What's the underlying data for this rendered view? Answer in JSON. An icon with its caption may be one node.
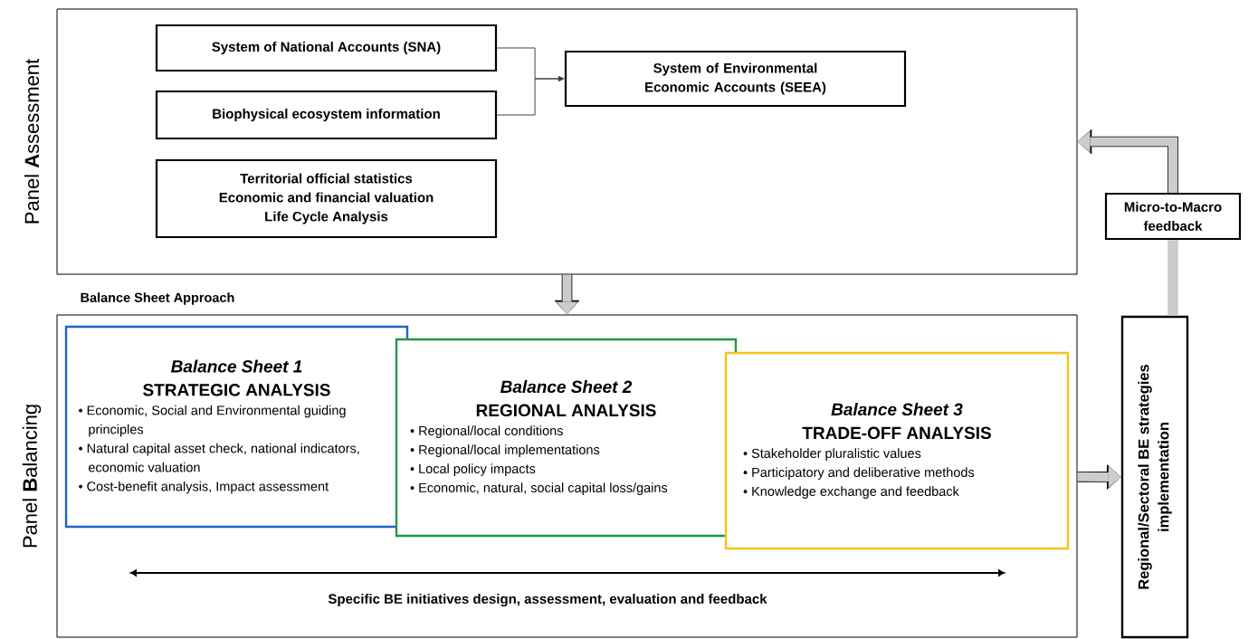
{
  "diagram": {
    "nodes": [
      {
        "text": [
          "Panel **A**ssessment"
        ]
      },
      {
        "text": [
          "System of National Accounts (SNA)"
        ],
        "in": 0
      },
      {
        "text": [
          "Biophysical ecosystem information"
        ],
        "in": 0
      },
      {
        "text": [
          "System of Environmental Economic Accounts (SEEA)"
        ],
        "in": 0
      },
      {
        "text": [
          "Territorial official statistics",
          "Economic and financial valuation",
          "Life Cycle Analysis"
        ],
        "in": 0
      },
      {
        "text": [
          "Panel **B**alancing"
        ],
        "beside": [
          "Balance Sheet Approach"
        ]
      },
      {
        "text": [
          "Balance Sheet 1",
          "STRATEGIC ANALYSIS",
          "• Economic, Social and Environmental guiding principles",
          "• Natural capital asset check, national indicators, economic valuation",
          "• Cost-benefit analysis, Impact assessment"
        ],
        "in": 5
      },
      {
        "text": [
          "Balance Sheet 2",
          "REGIONAL ANALYSIS",
          "• Regional/local conditions",
          "• Regional/local implementations",
          "• Local policy impacts",
          "• Economic, natural, social capital loss/gains"
        ],
        "in": 5
      },
      {
        "text": [
          "Balance Sheet 3",
          "TRADE-OFF ANALYSIS",
          "• Stakeholder pluralistic values",
          "• Participatory and deliberative methods",
          "• Knowledge exchange and feedback"
        ],
        "in": 5
      },
      {
        "text": [
          "Micro-to-Macro feedback"
        ]
      },
      {
        "text": [
          "Regional/Sectoral BE strategies implementation"
        ]
      }
    ],
    "edges": [
      {
        "from": 1,
        "to": 3,
        "arrow": "to",
        "color": "#404040"
      },
      {
        "from": 2,
        "to": 3,
        "arrow": "to",
        "color": "#404040"
      },
      {
        "from": 0,
        "to": 5,
        "arrow": "to"
      },
      {
        "from": 5,
        "to": 10,
        "arrow": "to"
      },
      {
        "from": 10,
        "to": 9,
        "arrow": "none"
      },
      {
        "from": 9,
        "to": 0,
        "arrow": "to"
      }
    ],
    "labels": [
      "Specific BE initiatives design, assessment, evaluation and feedback"
    ]
  }
}
